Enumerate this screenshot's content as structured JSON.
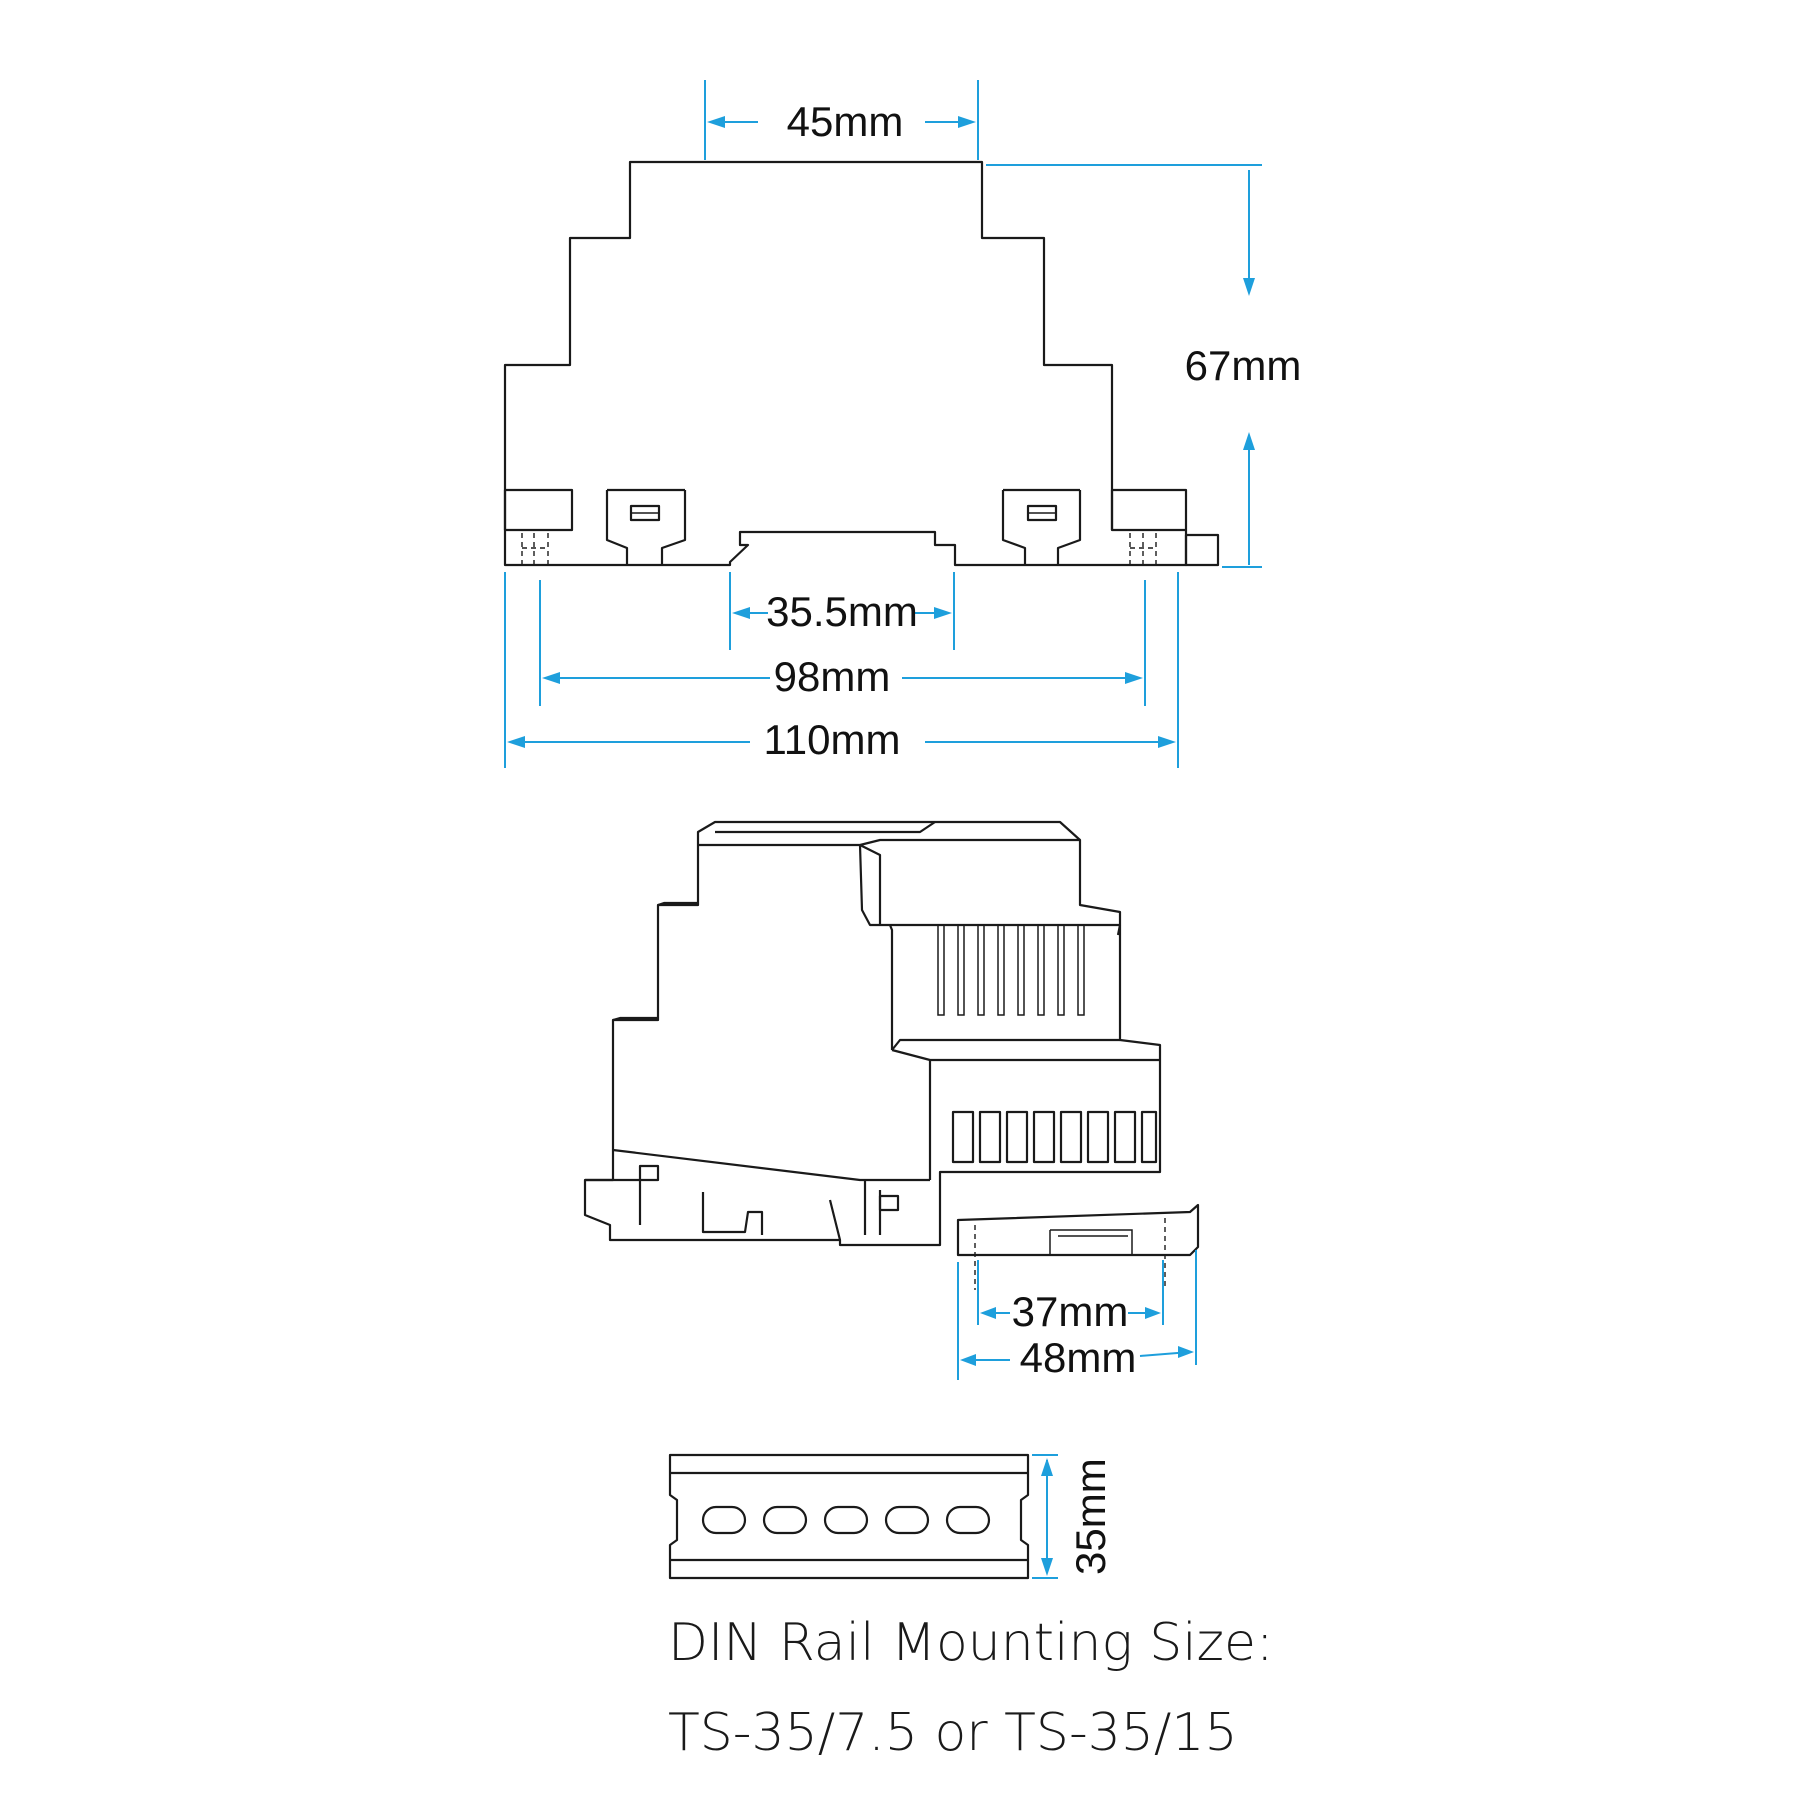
{
  "colors": {
    "line": "#1a1a1a",
    "dimension": "#1e9fdc",
    "background": "#ffffff"
  },
  "front_view": {
    "dim_top_width": "45mm",
    "dim_height": "67mm",
    "dim_rail_slot": "35.5mm",
    "dim_hole_spacing": "98mm",
    "dim_total_width": "110mm"
  },
  "iso_view": {
    "dim_inner_depth": "37mm",
    "dim_outer_depth": "48mm"
  },
  "din_rail": {
    "dim_height": "35mm",
    "caption_line1": "DIN Rail Mounting Size:",
    "caption_line2": "TS-35/7.5 or TS-35/15"
  }
}
